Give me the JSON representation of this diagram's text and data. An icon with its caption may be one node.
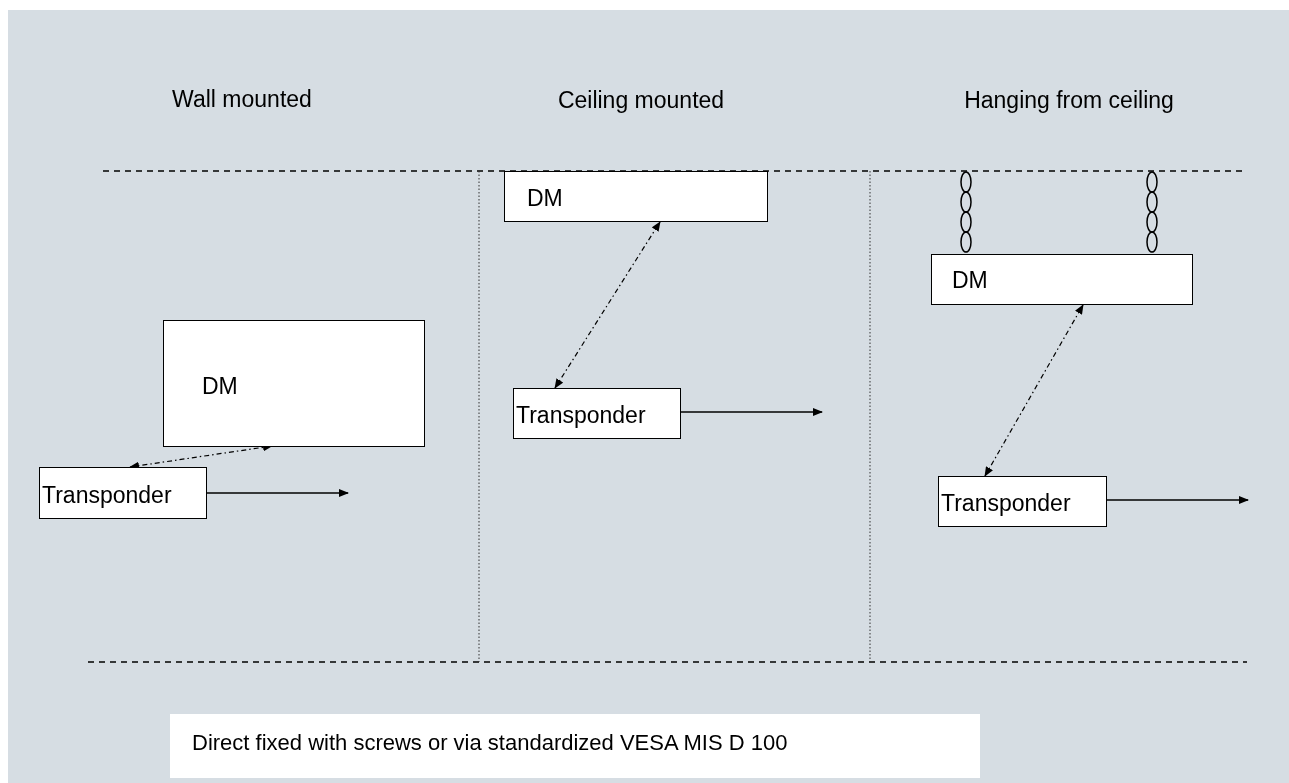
{
  "diagram": {
    "nodes": [
      {
        "text": [
          "DM"
        ]
      },
      {
        "text": [
          "Transponder"
        ]
      },
      {
        "text": [
          "DM"
        ]
      },
      {
        "text": [
          "Transponder"
        ]
      },
      {
        "text": [
          "DM"
        ]
      },
      {
        "text": [
          "Transponder"
        ]
      },
      {
        "text": [
          "Direct fixed with screws or via standardized VESA MIS D 100"
        ]
      }
    ],
    "edges": [
      {
        "from": 1,
        "to": 0,
        "arrow": "both",
        "style": "dashed"
      },
      {
        "from": 1,
        "to": null,
        "arrow": "to"
      },
      {
        "from": 3,
        "to": 2,
        "arrow": "both",
        "style": "dashed"
      },
      {
        "from": 3,
        "to": null,
        "arrow": "to"
      },
      {
        "from": 5,
        "to": 4,
        "arrow": "both",
        "style": "dashed"
      },
      {
        "from": 5,
        "to": null,
        "arrow": "to"
      }
    ],
    "labels": [
      "Wall mounted",
      "Ceiling mounted",
      "Hanging from ceiling"
    ]
  }
}
